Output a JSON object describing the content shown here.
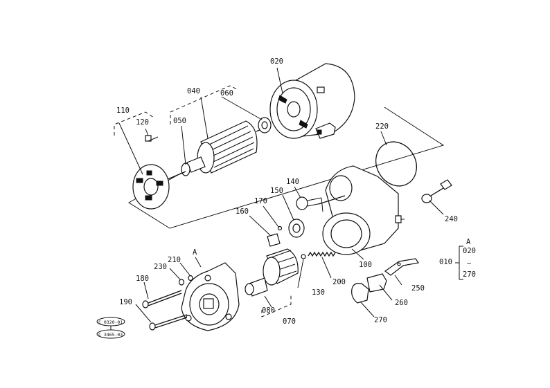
{
  "labels": {
    "p010": "010",
    "p020": "020",
    "p040": "040",
    "p050": "050",
    "p060": "060",
    "p070": "070",
    "p080": "080",
    "p100": "100",
    "p110": "110",
    "p120": "120",
    "p130": "130",
    "p140": "140",
    "p150": "150",
    "p160": "160",
    "p170": "170",
    "p180": "180",
    "p190": "190",
    "p200": "200",
    "p210": "210",
    "p220": "220",
    "p230": "230",
    "p240": "240",
    "p250": "250",
    "p260": "260",
    "p270": "270",
    "letter_a_left": "A",
    "letter_a_right": "A",
    "range_top": "020",
    "range_tilde": "~",
    "range_bottom": "270"
  },
  "serials": {
    "top": "C 0320-01",
    "bottom": "C 3465-03"
  }
}
